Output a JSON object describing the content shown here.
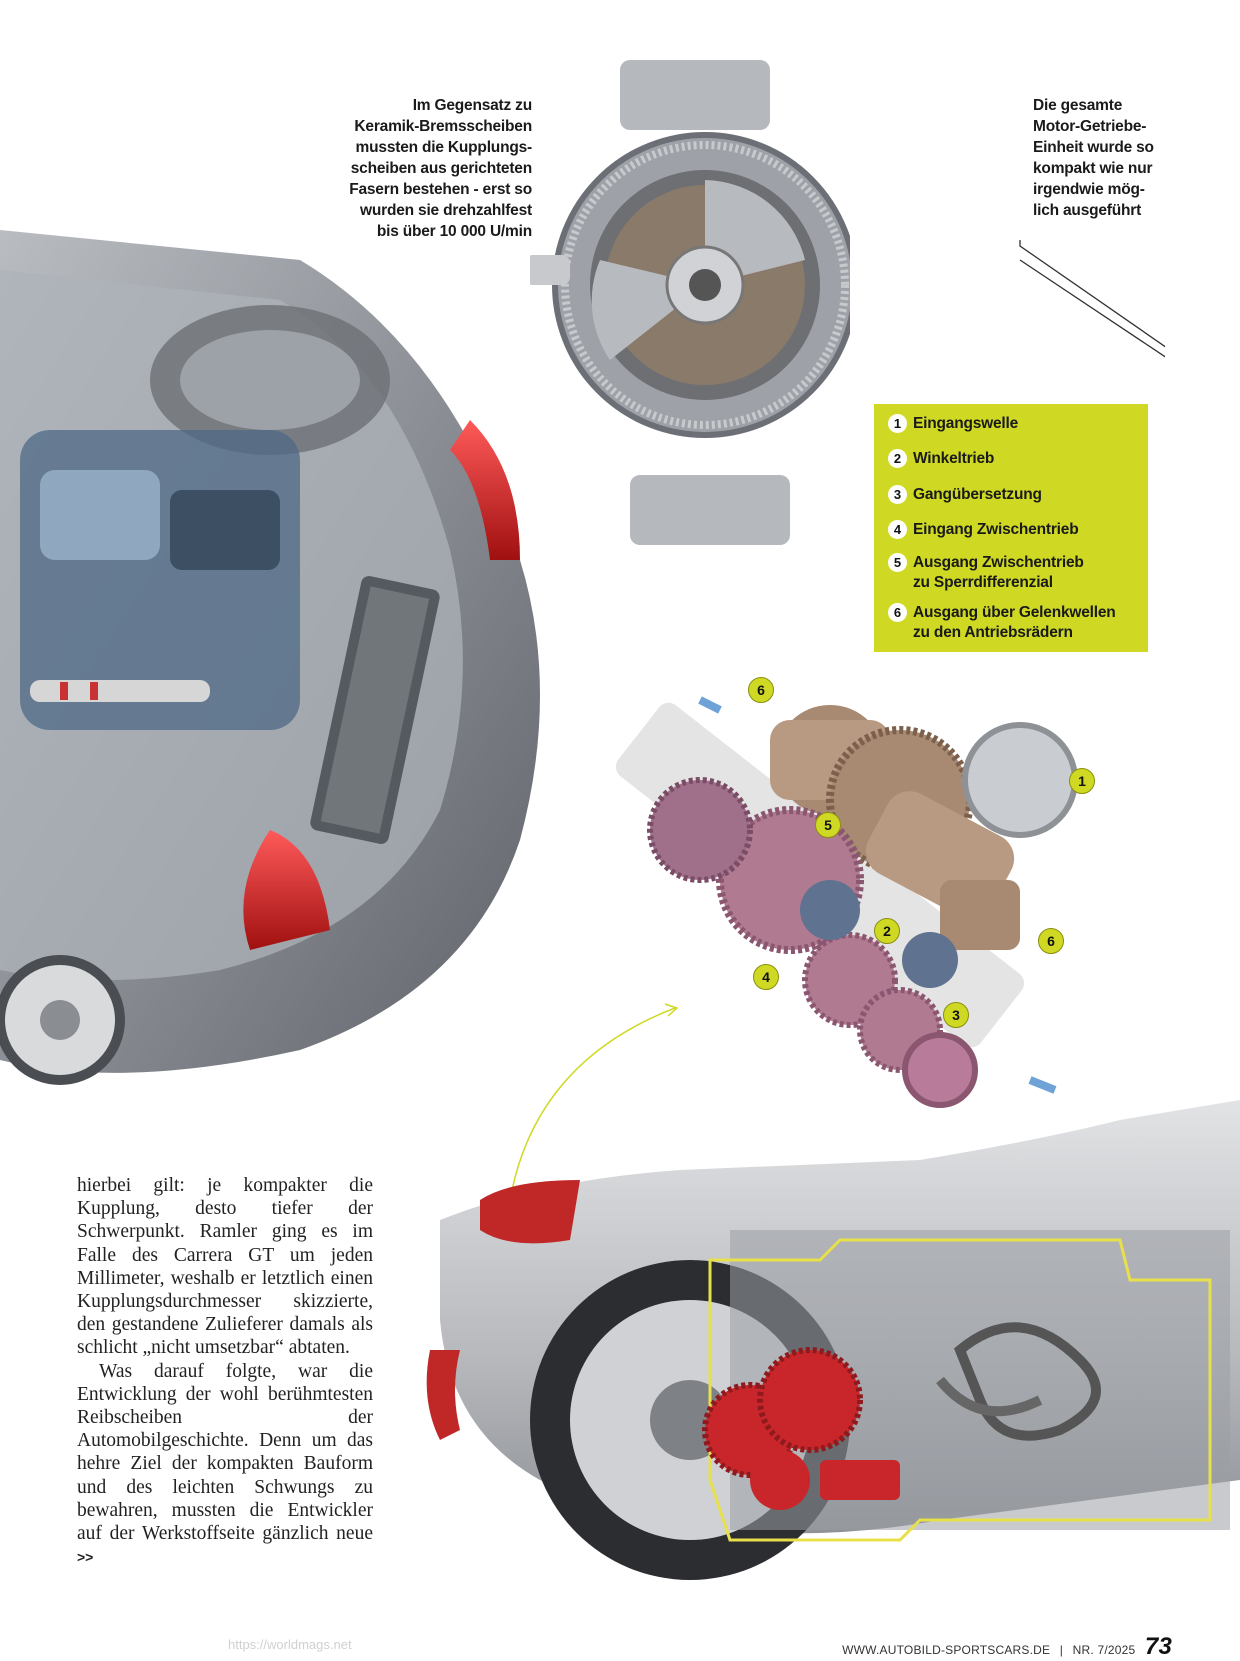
{
  "captions": {
    "left": "Im Gegensatz zu\nKeramik-Bremsscheiben\nmussten die Kupplungs-\nscheiben aus gerichteten\nFasern bestehen - erst so\nwurden sie drehzahlfest\nbis über 10 000 U/min",
    "right": "Die gesamte\nMotor-Getriebe-\nEinheit wurde so\nkompakt wie nur\nirgendwie mög-\nlich ausgeführt"
  },
  "legend": [
    {
      "num": "1",
      "label": "Eingangswelle"
    },
    {
      "num": "2",
      "label": "Winkeltrieb"
    },
    {
      "num": "3",
      "label": "Gangübersetzung"
    },
    {
      "num": "4",
      "label": "Eingang Zwischentrieb"
    },
    {
      "num": "5",
      "label": "Ausgang Zwischentrieb\nzu Sperrdifferenzial"
    },
    {
      "num": "6",
      "label": "Ausgang über Gelenkwellen\nzu den Antriebsrädern"
    }
  ],
  "markers": [
    {
      "label": "6"
    },
    {
      "label": "1"
    },
    {
      "label": "5"
    },
    {
      "label": "2"
    },
    {
      "label": "6"
    },
    {
      "label": "4"
    },
    {
      "label": "3"
    }
  ],
  "body": {
    "p1": "hierbei gilt: je kompakter die Kupplung, desto tiefer der Schwerpunkt. Ramler ging es im Falle des Carrera GT um jeden Millimeter, weshalb er letztlich einen Kupplungsdurchmesser skizzierte, den gestandene Zulieferer damals als schlicht „nicht umsetzbar“ abtaten.",
    "p2": "Was darauf folgte, war die Entwicklung der wohl berühmtesten Reibscheiben der Automobilgeschichte. Denn um das hehre Ziel der kompakten Bauform und des leichten Schwungs zu bewahren, mussten die Entwickler auf der Werkstoffseite gänzlich neue",
    "continue_mark": ">>"
  },
  "footer": {
    "url": "WWW.AUTOBILD-SPORTSCARS.DE",
    "separator": "|",
    "issue": "NR. 7/2025",
    "page": "73"
  },
  "watermark": "https://worldmags.net",
  "colors": {
    "accent": "#cfd923",
    "car_body": "#8e9196",
    "gear_brown": "#a88a73",
    "gear_pink": "#b07a90",
    "gear_red": "#c8262a",
    "engine_outline": "#e8e04a"
  }
}
